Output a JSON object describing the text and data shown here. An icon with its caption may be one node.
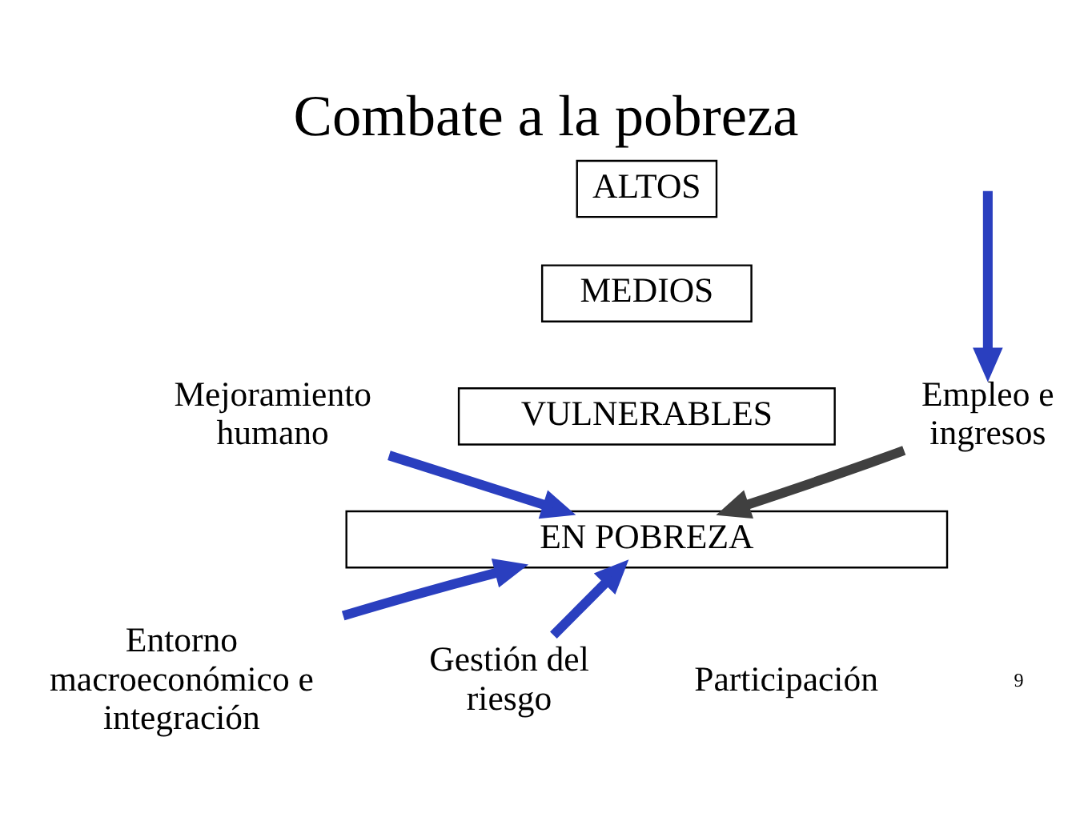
{
  "diagram": {
    "title": "Combate a la pobreza",
    "nodes": [
      {
        "text": [
          "Mejoramiento humano"
        ]
      },
      {
        "text": [
          "ALTOS"
        ]
      },
      {
        "text": [
          "Empleo e ingresos"
        ]
      },
      {
        "text": [
          "MEDIOS"
        ]
      },
      {
        "text": [
          "VULNERABLES"
        ]
      },
      {
        "text": [
          "EN POBREZA"
        ]
      },
      {
        "text": [
          "Entorno macroeconómico e integración"
        ]
      },
      {
        "text": [
          "Gestión del riesgo"
        ]
      }
    ],
    "edges": [
      {
        "from": null,
        "to": 2,
        "arrow": "to"
      },
      {
        "from": 0,
        "to": 5,
        "arrow": "to"
      },
      {
        "from": 2,
        "to": 5,
        "arrow": "to",
        "color": "#404040"
      },
      {
        "from": 6,
        "to": 5,
        "arrow": "to"
      },
      {
        "from": 7,
        "to": 5,
        "arrow": "to"
      }
    ],
    "labels": [
      "Participación",
      "9"
    ]
  }
}
